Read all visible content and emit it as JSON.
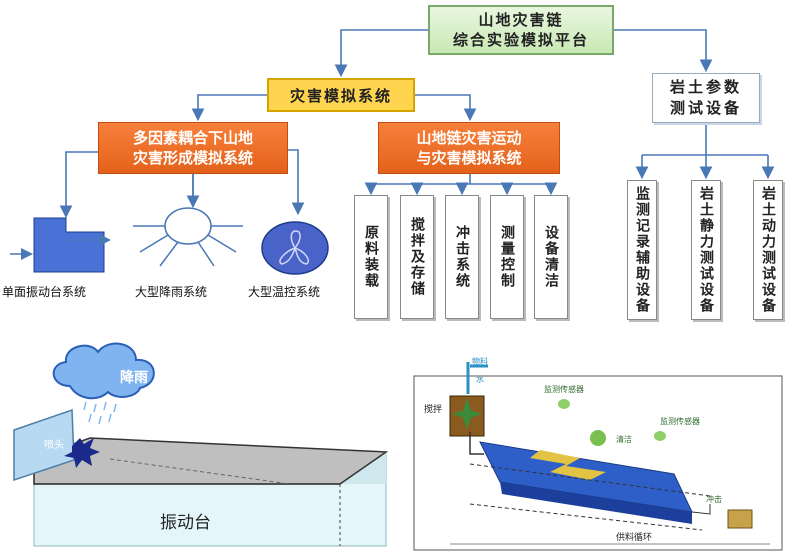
{
  "root": {
    "line1": "山地灾害链",
    "line2": "综合实验模拟平台"
  },
  "disaster_system": {
    "label": "灾害模拟系统"
  },
  "geo_device": {
    "line1": "岩土参数",
    "line2": "测试设备"
  },
  "sub_left": {
    "line1": "多因素耦合下山地",
    "line2": "灾害形成模拟系统"
  },
  "sub_right": {
    "line1": "山地链灾害运动",
    "line2": "与灾害模拟系统"
  },
  "left_items": [
    "单面振动台系统",
    "大型降雨系统",
    "大型温控系统"
  ],
  "right_items": [
    "原料装载",
    "搅拌及存储",
    "冲击系统",
    "测量控制",
    "设备清洁"
  ],
  "geo_items": [
    "监测记录辅助设备",
    "岩土静力测试设备",
    "岩土动力测试设备"
  ],
  "bottom_left": {
    "rain": "降雨",
    "table": "振动台",
    "spray": "喷头"
  },
  "bottom_right": {
    "material": "物料",
    "water": "水",
    "stir": "搅拌",
    "sensor1": "监测传感器",
    "sensor2": "监测传感器",
    "clean": "清洁",
    "impact": "冲击",
    "cycle": "供料循环"
  },
  "colors": {
    "arrow": "#4a77b5",
    "orange": "#f07a35",
    "yellow": "#ffd54f",
    "green": "#c9e8b4",
    "blue_fill": "#3f67c7"
  }
}
